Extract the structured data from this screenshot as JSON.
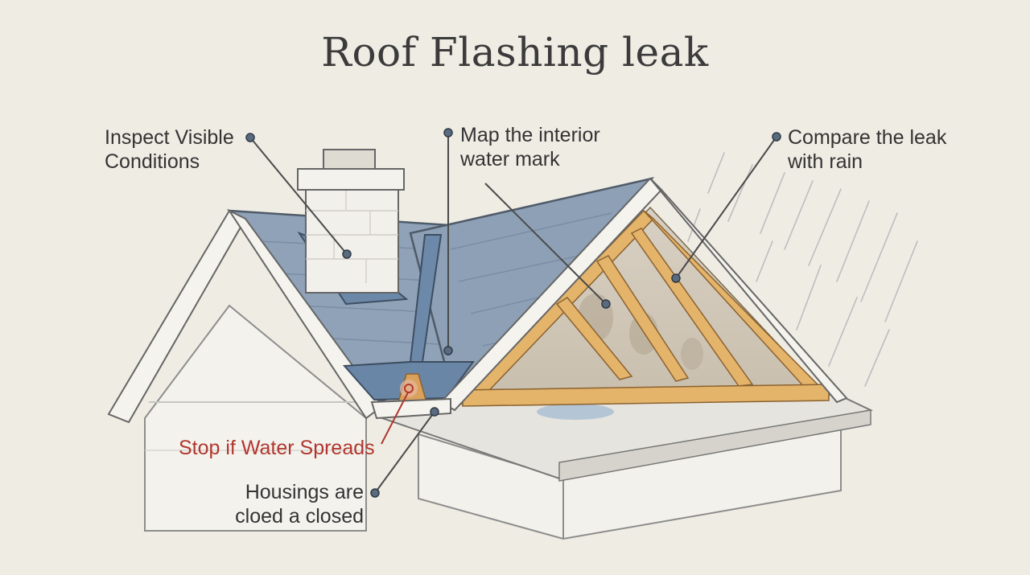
{
  "title": "Roof Flashing leak",
  "callouts": {
    "inspect": {
      "lines": [
        "Inspect Visible",
        "Conditions"
      ]
    },
    "map": {
      "lines": [
        "Map the interior",
        "water mark"
      ]
    },
    "compare": {
      "lines": [
        "Compare the leak",
        "with rain"
      ]
    },
    "stop": {
      "lines": [
        "Stop if Water Spreads"
      ],
      "color": "#b0372f"
    },
    "housings": {
      "lines": [
        "Housings are",
        "cloed a closed"
      ]
    }
  },
  "colors": {
    "background": "#efece4",
    "roof": "#8ea0b6",
    "flashing": "#6c88a8",
    "wood": "#e3b36a",
    "wall": "#f3f1ec",
    "leader": "#4a4a4a",
    "dot": "#5a6b80"
  }
}
